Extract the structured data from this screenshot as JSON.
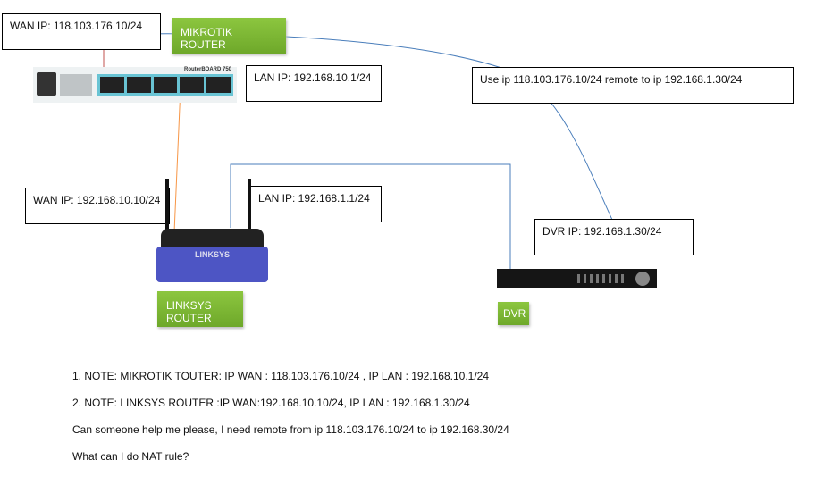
{
  "mikrotik": {
    "wan_label": "WAN IP: 118.103.176.10/24",
    "name": "MIKROTIK ROUTER",
    "lan_label": "LAN IP: 192.168.10.1/24",
    "device_text": "RouterBOARD 750"
  },
  "remote_note": "Use ip 118.103.176.10/24  remote to ip 192.168.1.30/24",
  "linksys": {
    "wan_label": "WAN IP: 192.168.10.10/24",
    "lan_label": "LAN IP: 192.168.1.1/24",
    "name": "LINKSYS ROUTER",
    "device_text": "LINKSYS"
  },
  "dvr": {
    "ip_label": "DVR IP: 192.168.1.30/24",
    "name": "DVR"
  },
  "notes": [
    "1. NOTE: MIKROTIK TOUTER:  IP WAN : 118.103.176.10/24 , IP LAN : 192.168.10.1/24",
    " 2. NOTE: LINKSYS ROUTER :IP WAN:192.168.10.10/24, IP LAN : 192.168.1.30/24",
    "Can someone help me please, I need remote from ip 118.103.176.10/24 to ip 192.168.30/24",
    "What can I do NAT rule?"
  ],
  "colors": {
    "label_green": "#7ab733",
    "link_blue": "#4a7ebb",
    "mikrotik_link": "#c0504d",
    "uplink": "#f79646"
  }
}
